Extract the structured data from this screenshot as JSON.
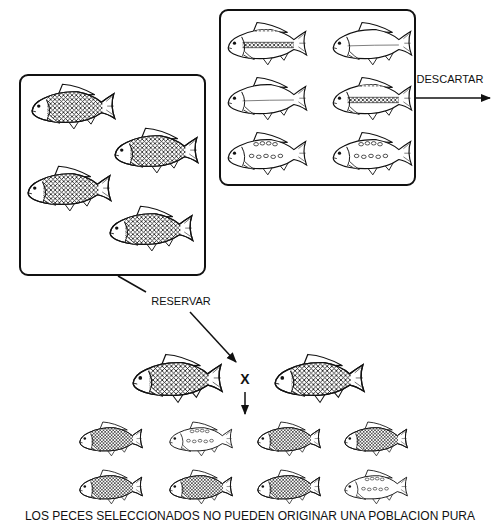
{
  "diagram": {
    "caption": "LOS PECES SELECCIONADOS NO PUEDEN ORIGINAR UNA POBLACION PURA",
    "labels": [
      "DESCARTAR",
      "RESERVAR",
      "X"
    ]
  }
}
